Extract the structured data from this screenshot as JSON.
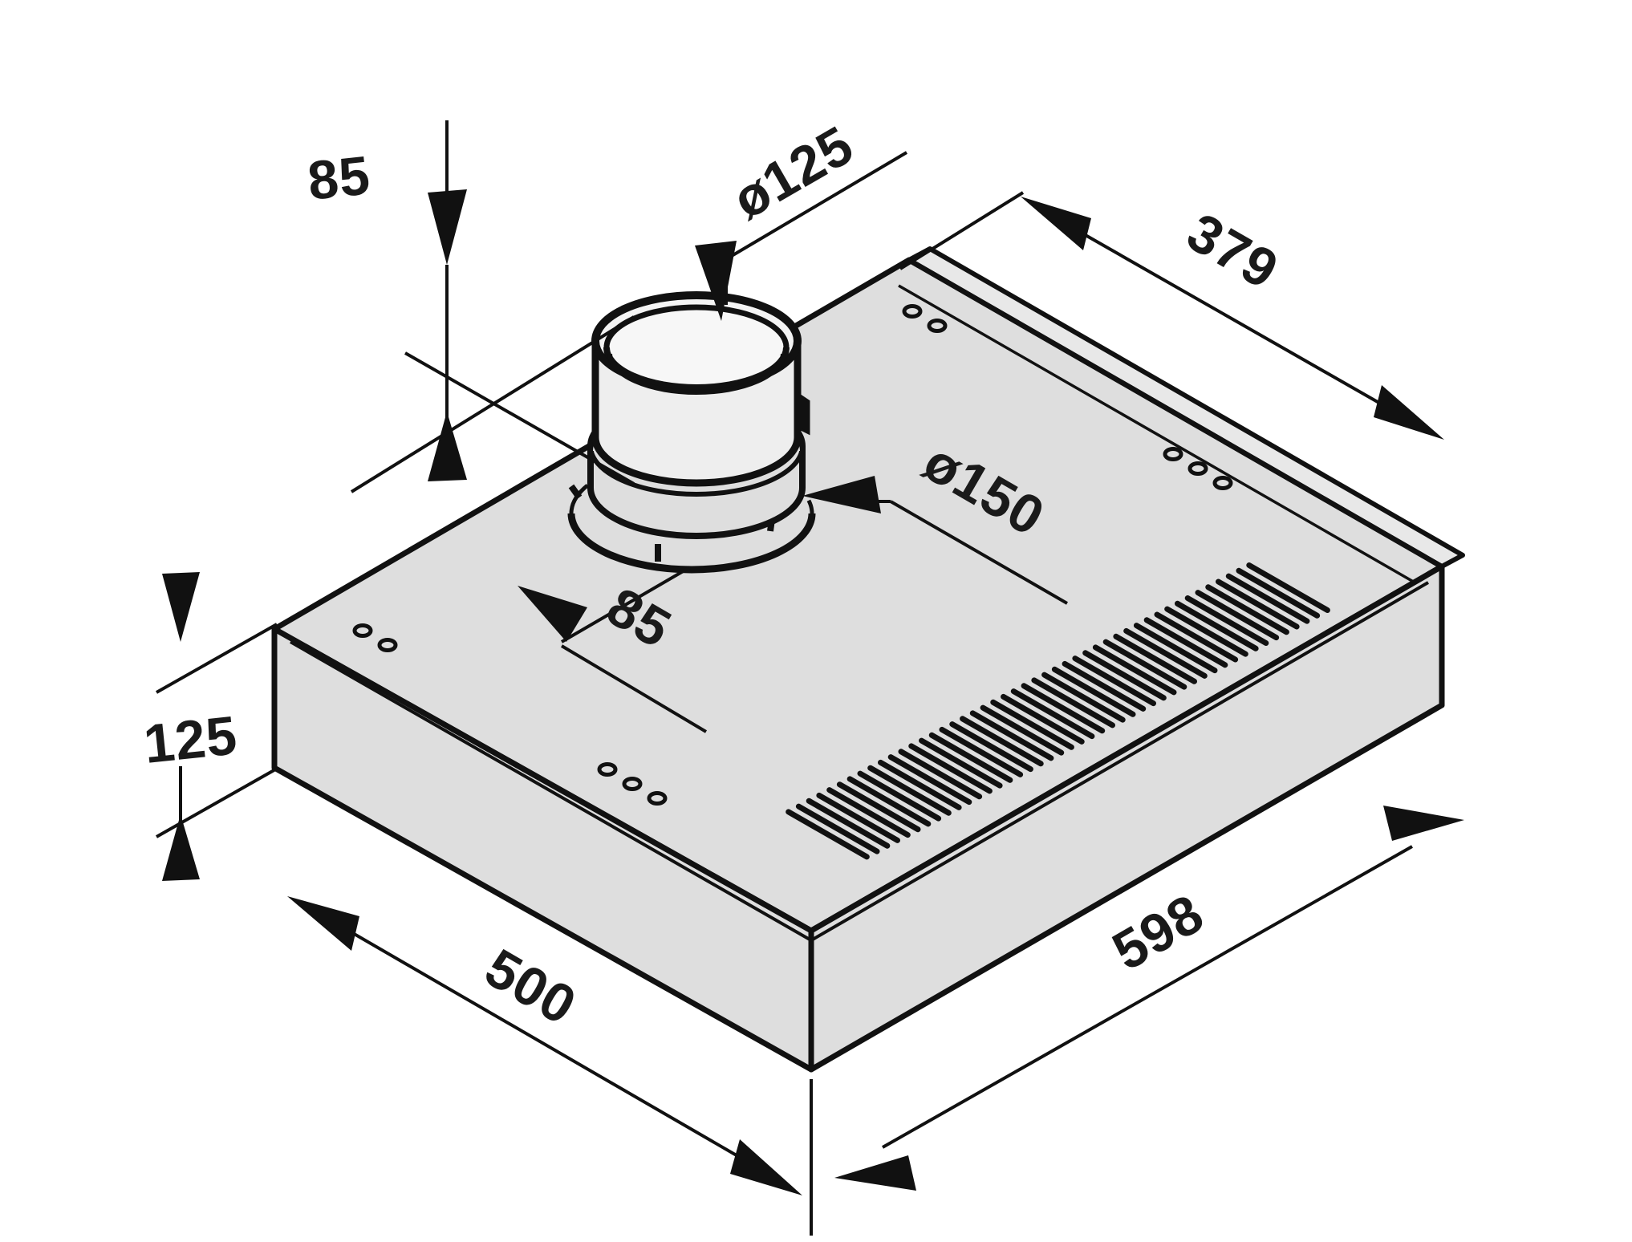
{
  "drawing": {
    "title": "Cooker hood isometric dimension drawing",
    "units": "mm",
    "background_color": "#ffffff",
    "body_fill": "#dedede",
    "body_fill_light": "#f2f2f2",
    "line_color": "#111111"
  },
  "dimensions": {
    "duct_offset_top": "85",
    "duct_diameter_inner": "ø125",
    "depth_top_panel": "379",
    "duct_diameter_outer": "ø150",
    "duct_offset_side": "85",
    "height": "125",
    "depth": "500",
    "width": "598"
  },
  "labels": [
    {
      "name": "dim-85-top",
      "text": "85"
    },
    {
      "name": "dim-diameter-125",
      "text": "ø125"
    },
    {
      "name": "dim-379",
      "text": "379"
    },
    {
      "name": "dim-diameter-150",
      "text": "ø150"
    },
    {
      "name": "dim-85-offset",
      "text": "85"
    },
    {
      "name": "dim-125-height",
      "text": "125"
    },
    {
      "name": "dim-500-depth",
      "text": "500"
    },
    {
      "name": "dim-598-width",
      "text": "598"
    }
  ],
  "features": {
    "vent_grille": "louvered slot grille on top panel",
    "screw_marks_groups": 3,
    "duct_collar": "round duct connector with flange"
  }
}
